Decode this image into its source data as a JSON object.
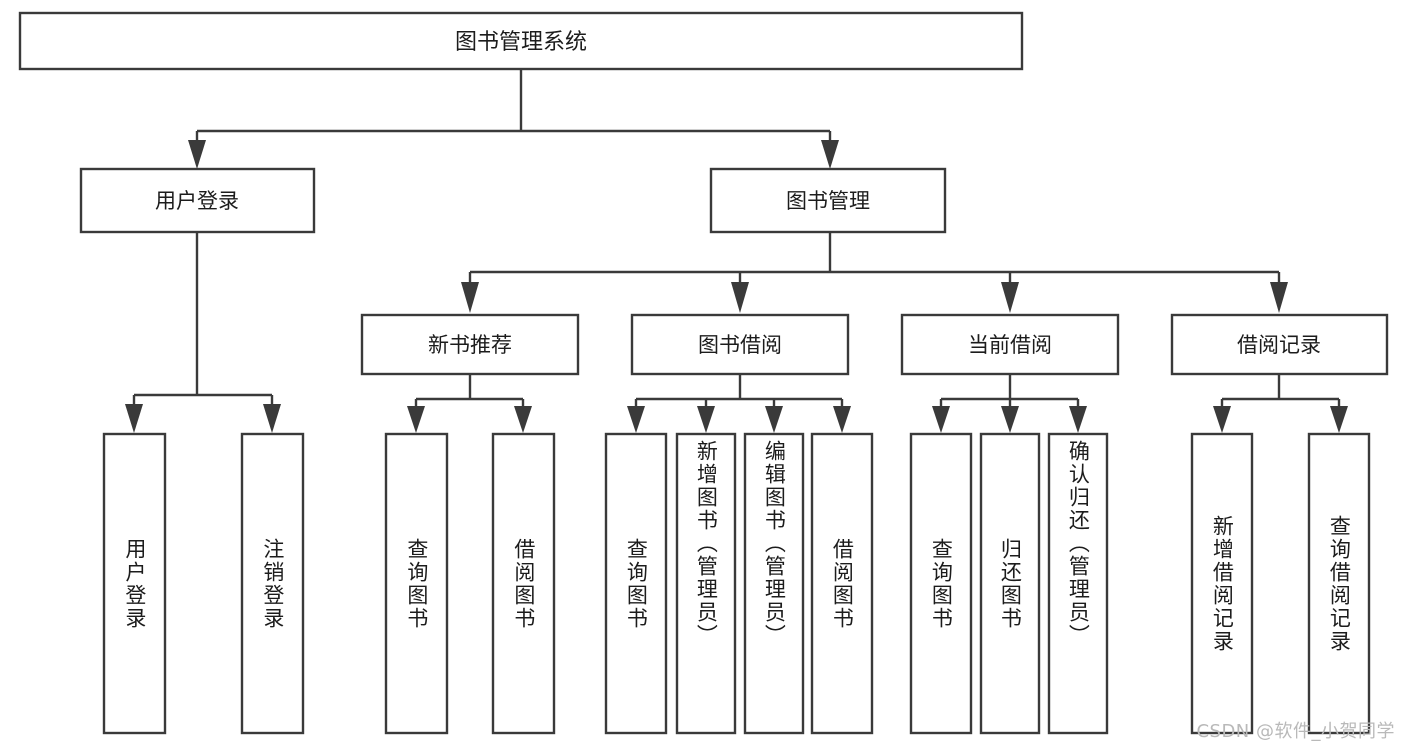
{
  "diagram": {
    "title": "图书管理系统",
    "type": "tree-hierarchy-diagram",
    "colors": {
      "stroke": "#3a3a3a",
      "box_fill": "#ffffff",
      "text": "#1c1c1c",
      "background": "#ffffff",
      "watermark": "#b9b9b9"
    },
    "root": {
      "label": "图书管理系统"
    },
    "level2": [
      {
        "label": "用户登录"
      },
      {
        "label": "图书管理"
      }
    ],
    "level3": [
      {
        "label": "新书推荐"
      },
      {
        "label": "图书借阅"
      },
      {
        "label": "当前借阅"
      },
      {
        "label": "借阅记录"
      }
    ],
    "leaves": {
      "user_login": [
        {
          "label": "用户登录"
        },
        {
          "label": "注销登录"
        }
      ],
      "new_book_recommend": [
        {
          "label": "查询图书"
        },
        {
          "label": "借阅图书"
        }
      ],
      "book_borrow": [
        {
          "label": "查询图书"
        },
        {
          "label": "新增图书（管理员）"
        },
        {
          "label": "编辑图书（管理员）"
        },
        {
          "label": "借阅图书"
        }
      ],
      "current_borrow": [
        {
          "label": "查询图书"
        },
        {
          "label": "归还图书"
        },
        {
          "label": "确认归还（管理员）"
        }
      ],
      "borrow_record": [
        {
          "label": "新增借阅记录"
        },
        {
          "label": "查询借阅记录"
        }
      ]
    },
    "watermark": "CSDN @软件_小贺同学"
  }
}
